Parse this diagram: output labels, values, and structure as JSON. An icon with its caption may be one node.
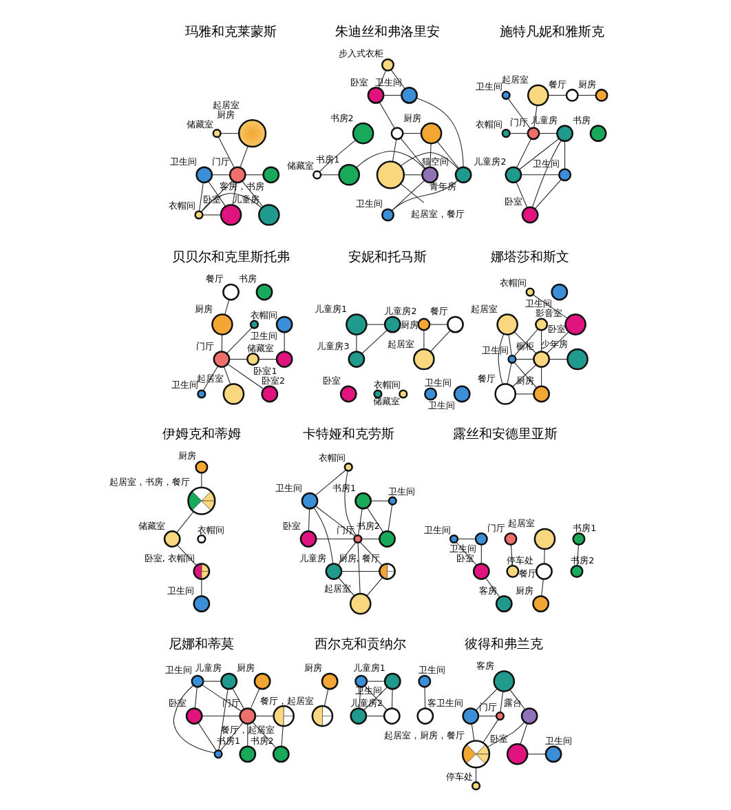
{
  "diagram": {
    "nodes": [
      {
        "text": [],
        "shape": "circle",
        "beside": [
          "储藏室"
        ]
      },
      {
        "text": [],
        "shape": "circle",
        "beside": [
          "起居室",
          "厨房"
        ]
      },
      {
        "text": [],
        "shape": "circle",
        "beside": [
          "卫生间"
        ]
      },
      {
        "text": [],
        "shape": "circle",
        "beside": [
          "门厅"
        ]
      },
      {
        "text": [],
        "shape": "circle",
        "beside": [
          "客房，书房"
        ]
      },
      {
        "text": [],
        "shape": "circle",
        "beside": [
          "卧室"
        ]
      },
      {
        "text": [],
        "shape": "circle",
        "beside": [
          "衣帽间"
        ]
      },
      {
        "text": [],
        "shape": "circle",
        "beside": [
          "儿童房"
        ]
      },
      {
        "text": [],
        "shape": "circle",
        "beside": [
          "步入式衣柜"
        ]
      },
      {
        "text": [],
        "shape": "circle",
        "beside": [
          "卧室"
        ]
      },
      {
        "text": [],
        "shape": "circle",
        "beside": [
          "卫生间"
        ]
      },
      {
        "text": [],
        "shape": "circle",
        "beside": [
          "书房2"
        ]
      },
      {
        "text": [],
        "shape": "circle"
      },
      {
        "text": [],
        "shape": "circle",
        "beside": [
          "厨房"
        ]
      },
      {
        "text": [],
        "shape": "circle",
        "beside": [
          "储藏室"
        ]
      },
      {
        "text": [],
        "shape": "circle",
        "beside": [
          "书房1"
        ]
      },
      {
        "text": [],
        "shape": "circle",
        "beside": [
          "猫空间"
        ]
      },
      {
        "text": [],
        "shape": "circle"
      },
      {
        "text": [],
        "shape": "circle",
        "beside": [
          "青年房"
        ]
      },
      {
        "text": [],
        "shape": "circle",
        "beside": [
          "卫生间"
        ]
      },
      {
        "text": [
          "起居室，餐厅"
        ]
      },
      {
        "text": [],
        "shape": "circle",
        "beside": [
          "卫生间"
        ]
      },
      {
        "text": [],
        "shape": "circle",
        "beside": [
          "起居室"
        ]
      },
      {
        "text": [],
        "shape": "circle",
        "beside": [
          "餐厅"
        ]
      },
      {
        "text": [],
        "shape": "circle",
        "beside": [
          "厨房"
        ]
      },
      {
        "text": [],
        "shape": "circle",
        "beside": [
          "衣帽间"
        ]
      },
      {
        "text": [],
        "shape": "circle",
        "beside": [
          "门厅"
        ]
      },
      {
        "text": [],
        "shape": "circle",
        "beside": [
          "儿童房"
        ]
      },
      {
        "text": [],
        "shape": "circle",
        "beside": [
          "书房"
        ]
      },
      {
        "text": [],
        "shape": "circle",
        "beside": [
          "儿童房2"
        ]
      },
      {
        "text": [],
        "shape": "circle",
        "beside": [
          "卫生间"
        ]
      },
      {
        "text": [],
        "shape": "circle",
        "beside": [
          "卧室"
        ]
      },
      {
        "text": [],
        "shape": "circle",
        "beside": [
          "餐厅"
        ]
      },
      {
        "text": [],
        "shape": "circle",
        "beside": [
          "书房"
        ]
      },
      {
        "text": [],
        "shape": "circle",
        "beside": [
          "厨房"
        ]
      },
      {
        "text": [],
        "shape": "circle",
        "beside": [
          "衣帽间"
        ]
      },
      {
        "text": [],
        "shape": "circle",
        "beside": [
          "卫生间"
        ]
      },
      {
        "text": [],
        "shape": "circle",
        "beside": [
          "门厅"
        ]
      },
      {
        "text": [],
        "shape": "circle",
        "beside": [
          "储藏室"
        ]
      },
      {
        "text": [],
        "shape": "circle",
        "beside": [
          "卧室1"
        ]
      },
      {
        "text": [],
        "shape": "circle",
        "beside": [
          "卫生间"
        ]
      },
      {
        "text": [],
        "shape": "circle",
        "beside": [
          "起居室"
        ]
      },
      {
        "text": [],
        "shape": "circle",
        "beside": [
          "卧室2"
        ]
      },
      {
        "text": [],
        "shape": "circle",
        "beside": [
          "儿童房1"
        ]
      },
      {
        "text": [],
        "shape": "circle",
        "beside": [
          "儿童房2"
        ]
      },
      {
        "text": [],
        "shape": "circle",
        "beside": [
          "厨房"
        ]
      },
      {
        "text": [],
        "shape": "circle",
        "beside": [
          "餐厅"
        ]
      },
      {
        "text": [],
        "shape": "circle",
        "beside": [
          "儿童房3"
        ]
      },
      {
        "text": [],
        "shape": "circle",
        "beside": [
          "起居室"
        ]
      },
      {
        "text": [],
        "shape": "circle",
        "beside": [
          "卧室"
        ]
      },
      {
        "text": [],
        "shape": "circle",
        "beside": [
          "衣帽间"
        ]
      },
      {
        "text": [],
        "shape": "circle",
        "beside": [
          "储藏室"
        ]
      },
      {
        "text": [],
        "shape": "circle",
        "beside": [
          "卫生间"
        ]
      },
      {
        "text": [],
        "shape": "circle",
        "beside": [
          "卫生间"
        ]
      },
      {
        "text": [],
        "shape": "circle",
        "beside": [
          "衣帽间"
        ]
      },
      {
        "text": [],
        "shape": "circle",
        "beside": [
          "卫生间"
        ]
      },
      {
        "text": [],
        "shape": "circle",
        "beside": [
          "起居室"
        ]
      },
      {
        "text": [],
        "shape": "circle",
        "beside": [
          "影音室"
        ]
      },
      {
        "text": [],
        "shape": "circle",
        "beside": [
          "卧室"
        ]
      },
      {
        "text": [],
        "shape": "circle",
        "beside": [
          "卫生间"
        ]
      },
      {
        "text": [],
        "shape": "circle",
        "beside": [
          "橱柜"
        ]
      },
      {
        "text": [],
        "shape": "circle",
        "beside": [
          "少年房"
        ]
      },
      {
        "text": [],
        "shape": "circle",
        "beside": [
          "餐厅"
        ]
      },
      {
        "text": [],
        "shape": "circle",
        "beside": [
          "厨房"
        ]
      },
      {
        "text": [],
        "shape": "circle",
        "beside": [
          "厨房"
        ]
      },
      {
        "text": [],
        "shape": "circle",
        "beside": [
          "起居室，书房，餐厅"
        ]
      },
      {
        "text": [],
        "shape": "circle",
        "beside": [
          "衣帽间"
        ]
      },
      {
        "text": [],
        "shape": "circle",
        "beside": [
          "储藏室"
        ]
      },
      {
        "text": [],
        "shape": "circle",
        "beside": [
          "卧室, 衣帽间"
        ]
      },
      {
        "text": [],
        "shape": "circle",
        "beside": [
          "卫生间"
        ]
      },
      {
        "text": [],
        "shape": "circle",
        "beside": [
          "衣帽间"
        ]
      },
      {
        "text": [],
        "shape": "circle",
        "beside": [
          "书房1"
        ]
      },
      {
        "text": [],
        "shape": "circle",
        "beside": [
          "卫生间"
        ]
      },
      {
        "text": [],
        "shape": "circle",
        "beside": [
          "卫生间"
        ]
      },
      {
        "text": [],
        "shape": "circle",
        "beside": [
          "书房2"
        ]
      },
      {
        "text": [],
        "shape": "circle",
        "beside": [
          "门厅"
        ]
      },
      {
        "text": [],
        "shape": "circle",
        "beside": [
          "卧室"
        ]
      },
      {
        "text": [],
        "shape": "circle",
        "beside": [
          "厨房, 餐厅"
        ]
      },
      {
        "text": [],
        "shape": "circle",
        "beside": [
          "儿童房"
        ]
      },
      {
        "text": [],
        "shape": "circle",
        "beside": [
          "起居室"
        ]
      },
      {
        "text": [],
        "shape": "circle",
        "beside": [
          "卫生间"
        ]
      },
      {
        "text": [],
        "shape": "circle",
        "beside": [
          "卫生间"
        ]
      },
      {
        "text": [],
        "shape": "circle",
        "beside": [
          "门厅"
        ]
      },
      {
        "text": [],
        "shape": "circle",
        "beside": [
          "起居室"
        ]
      },
      {
        "text": [],
        "shape": "circle",
        "beside": [
          "书房1"
        ]
      },
      {
        "text": [],
        "shape": "circle",
        "beside": [
          "卧室"
        ]
      },
      {
        "text": [],
        "shape": "circle",
        "beside": [
          "停车处"
        ]
      },
      {
        "text": [],
        "shape": "circle",
        "beside": [
          "餐厅"
        ]
      },
      {
        "text": [],
        "shape": "circle",
        "beside": [
          "书房2"
        ]
      },
      {
        "text": [],
        "shape": "circle",
        "beside": [
          "客房"
        ]
      },
      {
        "text": [],
        "shape": "circle",
        "beside": [
          "厨房"
        ]
      },
      {
        "text": [],
        "shape": "circle",
        "beside": [
          "卫生间"
        ]
      },
      {
        "text": [],
        "shape": "circle",
        "beside": [
          "儿童房"
        ]
      },
      {
        "text": [],
        "shape": "circle",
        "beside": [
          "厨房"
        ]
      },
      {
        "text": [],
        "shape": "circle",
        "beside": [
          "卧室"
        ]
      },
      {
        "text": [],
        "shape": "circle",
        "beside": [
          "门厅"
        ]
      },
      {
        "text": [],
        "shape": "circle",
        "beside": [
          "餐厅，起居室"
        ]
      },
      {
        "text": [],
        "shape": "circle"
      },
      {
        "text": [],
        "shape": "circle",
        "beside": [
          "书房1"
        ]
      },
      {
        "text": [],
        "shape": "circle",
        "beside": [
          "书房2"
        ]
      },
      {
        "text": [],
        "shape": "circle",
        "beside": [
          "厨房"
        ]
      },
      {
        "text": [],
        "shape": "circle",
        "beside": [
          "儿童房1"
        ]
      },
      {
        "text": [],
        "shape": "circle",
        "beside": [
          "卫生间"
        ]
      },
      {
        "text": [],
        "shape": "circle",
        "beside": [
          "卫生间"
        ]
      },
      {
        "text": [],
        "shape": "circle",
        "beside": [
          "餐厅，起居室"
        ]
      },
      {
        "text": [],
        "shape": "circle"
      },
      {
        "text": [],
        "shape": "circle",
        "beside": [
          "儿童房2"
        ]
      },
      {
        "text": [],
        "shape": "circle"
      },
      {
        "text": [],
        "shape": "circle",
        "beside": [
          "客房"
        ]
      },
      {
        "text": [],
        "shape": "circle",
        "beside": [
          "客卫生间"
        ]
      },
      {
        "text": [],
        "shape": "circle",
        "beside": [
          "门厅"
        ]
      },
      {
        "text": [],
        "shape": "circle",
        "beside": [
          "露台"
        ]
      },
      {
        "text": [],
        "shape": "circle",
        "beside": [
          "起居室，厨房，餐厅"
        ]
      },
      {
        "text": [],
        "shape": "circle",
        "beside": [
          "卧室"
        ]
      },
      {
        "text": [],
        "shape": "circle",
        "beside": [
          "卫生间"
        ]
      },
      {
        "text": [],
        "shape": "circle",
        "beside": [
          "停车处"
        ]
      }
    ],
    "edges": [
      {
        "from": 0,
        "to": 1,
        "arrow": "none"
      },
      {
        "from": 1,
        "to": 3,
        "arrow": "none"
      },
      {
        "from": 0,
        "to": 3,
        "arrow": "none"
      },
      {
        "from": 2,
        "to": 3,
        "arrow": "none"
      },
      {
        "from": 3,
        "to": 4,
        "arrow": "none"
      },
      {
        "from": 2,
        "to": 5,
        "arrow": "none"
      },
      {
        "from": 2,
        "to": 6,
        "arrow": "none"
      },
      {
        "from": 3,
        "to": 5,
        "arrow": "none"
      },
      {
        "from": 3,
        "to": 6,
        "arrow": "none"
      },
      {
        "from": 3,
        "to": 7,
        "arrow": "none"
      },
      {
        "from": 5,
        "to": 6,
        "arrow": "none"
      },
      {
        "from": 6,
        "to": 7,
        "arrow": "none"
      },
      {
        "from": 8,
        "to": 9,
        "arrow": "none"
      },
      {
        "from": 8,
        "to": 10,
        "arrow": "none"
      },
      {
        "from": 9,
        "to": 10,
        "arrow": "none"
      },
      {
        "from": 9,
        "to": 12,
        "arrow": "none"
      },
      {
        "from": 10,
        "to": 18,
        "arrow": "none"
      },
      {
        "from": 12,
        "to": 13,
        "arrow": "none"
      },
      {
        "from": 12,
        "to": 16,
        "arrow": "none"
      },
      {
        "from": 12,
        "to": 17,
        "arrow": "none"
      },
      {
        "from": 13,
        "to": 18,
        "arrow": "none"
      },
      {
        "from": 13,
        "to": 16,
        "arrow": "none"
      },
      {
        "from": 11,
        "to": 14,
        "arrow": "none"
      },
      {
        "from": 14,
        "to": 15,
        "arrow": "none"
      },
      {
        "from": 15,
        "to": 16,
        "arrow": "none"
      },
      {
        "from": 16,
        "to": 17,
        "arrow": "none"
      },
      {
        "from": 17,
        "to": 18,
        "arrow": "none"
      },
      {
        "from": 16,
        "to": 19,
        "arrow": "none"
      },
      {
        "from": 18,
        "to": 19,
        "arrow": "none"
      },
      {
        "from": 20,
        "to": 17,
        "arrow": "none"
      },
      {
        "from": 21,
        "to": 26,
        "arrow": "none"
      },
      {
        "from": 22,
        "to": 26,
        "arrow": "none"
      },
      {
        "from": 22,
        "to": 23,
        "arrow": "none"
      },
      {
        "from": 23,
        "to": 24,
        "arrow": "none"
      },
      {
        "from": 25,
        "to": 26,
        "arrow": "none"
      },
      {
        "from": 26,
        "to": 27,
        "arrow": "none"
      },
      {
        "from": 26,
        "to": 29,
        "arrow": "none"
      },
      {
        "from": 27,
        "to": 29,
        "arrow": "none"
      },
      {
        "from": 27,
        "to": 30,
        "arrow": "none"
      },
      {
        "from": 27,
        "to": 31,
        "arrow": "none"
      },
      {
        "from": 29,
        "to": 30,
        "arrow": "none"
      },
      {
        "from": 29,
        "to": 31,
        "arrow": "none"
      },
      {
        "from": 30,
        "to": 31,
        "arrow": "none"
      },
      {
        "from": 32,
        "to": 34,
        "arrow": "none"
      },
      {
        "from": 34,
        "to": 37,
        "arrow": "none"
      },
      {
        "from": 35,
        "to": 37,
        "arrow": "none"
      },
      {
        "from": 36,
        "to": 39,
        "arrow": "none"
      },
      {
        "from": 37,
        "to": 38,
        "arrow": "none"
      },
      {
        "from": 38,
        "to": 39,
        "arrow": "none"
      },
      {
        "from": 37,
        "to": 40,
        "arrow": "none"
      },
      {
        "from": 37,
        "to": 41,
        "arrow": "none"
      },
      {
        "from": 37,
        "to": 42,
        "arrow": "none"
      },
      {
        "from": 43,
        "to": 44,
        "arrow": "none"
      },
      {
        "from": 43,
        "to": 47,
        "arrow": "none"
      },
      {
        "from": 44,
        "to": 47,
        "arrow": "none"
      },
      {
        "from": 45,
        "to": 46,
        "arrow": "none"
      },
      {
        "from": 45,
        "to": 48,
        "arrow": "none"
      },
      {
        "from": 46,
        "to": 48,
        "arrow": "none"
      },
      {
        "from": 54,
        "to": 58,
        "arrow": "none"
      },
      {
        "from": 58,
        "to": 60,
        "arrow": "none"
      },
      {
        "from": 56,
        "to": 60,
        "arrow": "none"
      },
      {
        "from": 56,
        "to": 59,
        "arrow": "none"
      },
      {
        "from": 56,
        "to": 62,
        "arrow": "none"
      },
      {
        "from": 57,
        "to": 59,
        "arrow": "none"
      },
      {
        "from": 57,
        "to": 60,
        "arrow": "none"
      },
      {
        "from": 59,
        "to": 60,
        "arrow": "none"
      },
      {
        "from": 59,
        "to": 62,
        "arrow": "none"
      },
      {
        "from": 59,
        "to": 63,
        "arrow": "none"
      },
      {
        "from": 60,
        "to": 61,
        "arrow": "none"
      },
      {
        "from": 60,
        "to": 62,
        "arrow": "none"
      },
      {
        "from": 60,
        "to": 63,
        "arrow": "none"
      },
      {
        "from": 62,
        "to": 63,
        "arrow": "none"
      },
      {
        "from": 64,
        "to": 65,
        "arrow": "none"
      },
      {
        "from": 65,
        "to": 67,
        "arrow": "none"
      },
      {
        "from": 67,
        "to": 68,
        "arrow": "none"
      },
      {
        "from": 68,
        "to": 69,
        "arrow": "none"
      },
      {
        "from": 70,
        "to": 75,
        "arrow": "none"
      },
      {
        "from": 70,
        "to": 73,
        "arrow": "none"
      },
      {
        "from": 71,
        "to": 72,
        "arrow": "none"
      },
      {
        "from": 71,
        "to": 74,
        "arrow": "none"
      },
      {
        "from": 71,
        "to": 75,
        "arrow": "none"
      },
      {
        "from": 72,
        "to": 74,
        "arrow": "none"
      },
      {
        "from": 74,
        "to": 75,
        "arrow": "none"
      },
      {
        "from": 75,
        "to": 76,
        "arrow": "none"
      },
      {
        "from": 73,
        "to": 75,
        "arrow": "none"
      },
      {
        "from": 73,
        "to": 76,
        "arrow": "none"
      },
      {
        "from": 73,
        "to": 78,
        "arrow": "none"
      },
      {
        "from": 75,
        "to": 77,
        "arrow": "none"
      },
      {
        "from": 75,
        "to": 78,
        "arrow": "none"
      },
      {
        "from": 75,
        "to": 79,
        "arrow": "none"
      },
      {
        "from": 77,
        "to": 78,
        "arrow": "none"
      },
      {
        "from": 77,
        "to": 79,
        "arrow": "none"
      },
      {
        "from": 78,
        "to": 79,
        "arrow": "none"
      },
      {
        "from": 80,
        "to": 81,
        "arrow": "none"
      },
      {
        "from": 80,
        "to": 85,
        "arrow": "none"
      },
      {
        "from": 81,
        "to": 85,
        "arrow": "none"
      },
      {
        "from": 85,
        "to": 89,
        "arrow": "none"
      },
      {
        "from": 82,
        "to": 86,
        "arrow": "none"
      },
      {
        "from": 83,
        "to": 87,
        "arrow": "none"
      },
      {
        "from": 87,
        "to": 90,
        "arrow": "none"
      },
      {
        "from": 84,
        "to": 88,
        "arrow": "none"
      },
      {
        "from": 91,
        "to": 92,
        "arrow": "none"
      },
      {
        "from": 91,
        "to": 94,
        "arrow": "none"
      },
      {
        "from": 91,
        "to": 97,
        "arrow": "none"
      },
      {
        "from": 91,
        "to": 95,
        "arrow": "none"
      },
      {
        "from": 94,
        "to": 95,
        "arrow": "none"
      },
      {
        "from": 94,
        "to": 97,
        "arrow": "none"
      },
      {
        "from": 95,
        "to": 97,
        "arrow": "none"
      },
      {
        "from": 92,
        "to": 97,
        "arrow": "none"
      },
      {
        "from": 92,
        "to": 95,
        "arrow": "none"
      },
      {
        "from": 93,
        "to": 95,
        "arrow": "none"
      },
      {
        "from": 95,
        "to": 96,
        "arrow": "none"
      },
      {
        "from": 95,
        "to": 98,
        "arrow": "none"
      },
      {
        "from": 95,
        "to": 99,
        "arrow": "none"
      },
      {
        "from": 96,
        "to": 99,
        "arrow": "none"
      },
      {
        "from": 100,
        "to": 104,
        "arrow": "none"
      },
      {
        "from": 101,
        "to": 102,
        "arrow": "none"
      },
      {
        "from": 101,
        "to": 105,
        "arrow": "none"
      },
      {
        "from": 101,
        "to": 106,
        "arrow": "none"
      },
      {
        "from": 102,
        "to": 105,
        "arrow": "none"
      },
      {
        "from": 102,
        "to": 106,
        "arrow": "none"
      },
      {
        "from": 105,
        "to": 106,
        "arrow": "none"
      },
      {
        "from": 103,
        "to": 107,
        "arrow": "none"
      },
      {
        "from": 108,
        "to": 109,
        "arrow": "none"
      },
      {
        "from": 108,
        "to": 110,
        "arrow": "none"
      },
      {
        "from": 108,
        "to": 111,
        "arrow": "none"
      },
      {
        "from": 109,
        "to": 110,
        "arrow": "none"
      },
      {
        "from": 109,
        "to": 112,
        "arrow": "none"
      },
      {
        "from": 110,
        "to": 112,
        "arrow": "none"
      },
      {
        "from": 111,
        "to": 112,
        "arrow": "none"
      },
      {
        "from": 111,
        "to": 113,
        "arrow": "none"
      },
      {
        "from": 113,
        "to": 114,
        "arrow": "none"
      },
      {
        "from": 112,
        "to": 115,
        "arrow": "none"
      }
    ],
    "labels": [
      "玛雅和克莱蒙斯",
      "朱迪丝和弗洛里安",
      "施特凡妮和雅斯克",
      "贝贝尔和克里斯托弗",
      "安妮和托马斯",
      "娜塔莎和斯文",
      "伊姆克和蒂姆",
      "卡特娅和克劳斯",
      "露丝和安德里亚斯",
      "尼娜和蒂莫",
      "西尔克和贡纳尔",
      "彼得和弗兰克"
    ]
  }
}
